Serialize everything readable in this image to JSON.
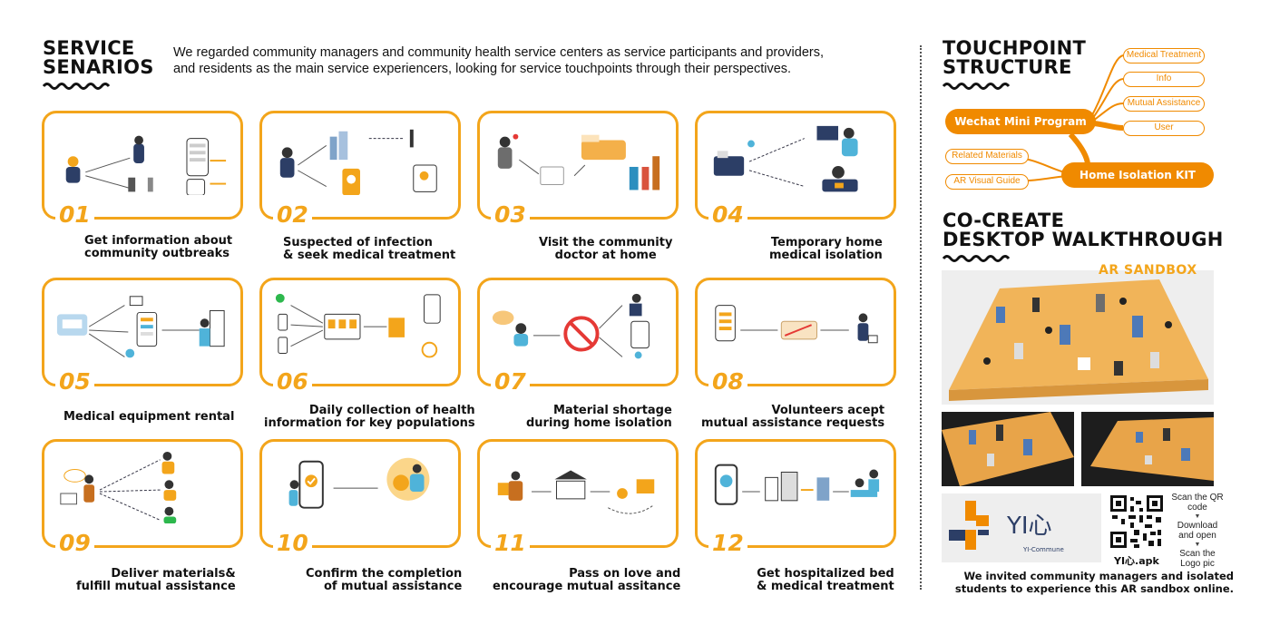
{
  "left": {
    "title_line1": "SERVICE",
    "title_line2": "SENARIOS",
    "intro_line1": "We regarded community managers and community health service centers as service participants and providers,",
    "intro_line2": "and residents as the main service experiencers, looking for service touchpoints through their perspectives."
  },
  "scenarios": [
    {
      "num": "01",
      "line1": "Get information about",
      "line2": "community outbreaks"
    },
    {
      "num": "02",
      "line1": "Suspected of infection",
      "line2": "& seek medical treatment"
    },
    {
      "num": "03",
      "line1": "Visit the community",
      "line2": "doctor at home"
    },
    {
      "num": "04",
      "line1": "Temporary home",
      "line2": "medical isolation"
    },
    {
      "num": "05",
      "line1": "Medical equipment rental",
      "line2": ""
    },
    {
      "num": "06",
      "line1": "Daily collection of health",
      "line2": "information for key populations"
    },
    {
      "num": "07",
      "line1": "Material shortage",
      "line2": "during home isolation"
    },
    {
      "num": "08",
      "line1": "Volunteers acept",
      "line2": "mutual assistance requests"
    },
    {
      "num": "09",
      "line1": "Deliver materials&",
      "line2": "fulfill mutual assistance"
    },
    {
      "num": "10",
      "line1": "Confirm the completion",
      "line2": "of mutual assistance"
    },
    {
      "num": "11",
      "line1": "Pass on love and",
      "line2": "encourage mutual assitance"
    },
    {
      "num": "12",
      "line1": "Get hospitalized bed",
      "line2": "& medical treatment"
    }
  ],
  "touchpoint": {
    "title_line1": "TOUCHPOINT",
    "title_line2": "STRUCTURE",
    "mini_program": "Wechat Mini Program",
    "mini_children": [
      "Medical Treatment",
      "Info",
      "Mutual Assistance",
      "User"
    ],
    "kit": "Home Isolation KIT",
    "kit_children": [
      "Related Materials",
      "AR Visual Guide"
    ]
  },
  "cocreate": {
    "title_line1": "CO-CREATE",
    "title_line2": "DESKTOP WALKTHROUGH",
    "ar_label": "AR SANDBOX",
    "scan_step1": "Scan the QR code",
    "scan_step2": "Download and open",
    "scan_step3": "Scan the Logo pic",
    "apk_name": "YI心.apk",
    "logo_name": "YI心",
    "logo_sub": "YI-Commune",
    "note_line1": "We invited community managers and isolated",
    "note_line2": "students to experience this AR sandbox online."
  },
  "colors": {
    "accent": "#f3a51b",
    "accent_dark": "#f08a00",
    "text": "#111111"
  }
}
